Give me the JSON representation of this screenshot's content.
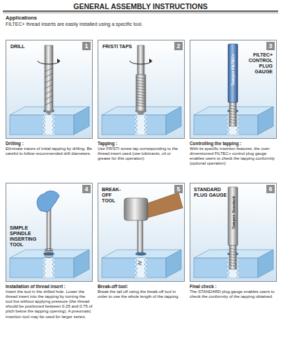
{
  "diagram": {
    "title": "GENERAL ASSEMBLY INSTRUCTIONS",
    "nodes": [
      {
        "text": [
          "DRILL",
          "1"
        ]
      },
      {
        "text": [
          "FR/STI TAPS",
          "2"
        ]
      },
      {
        "text": [
          "FILTEC+ CONTROL PLUG GAUGE",
          "3"
        ]
      },
      {
        "text": [
          "SIMPLE SPINDLE INSERTING TOOL",
          "4"
        ]
      },
      {
        "text": [
          "BREAK-OFF TOOL",
          "5"
        ]
      },
      {
        "text": [
          "STANDARD PLUG GAUGE",
          "6"
        ]
      }
    ],
    "labels": [
      "Applications",
      "FILTEC+ thread inserts are easily installed using a specific tool.",
      "Tampon FILTEC+",
      "Tampon Standard",
      "Drilling :",
      "Eliminate traces of initial tapping by drilling. Be careful to follow recommended drill diameters.",
      "Tapping :",
      "Use FR/STI screw tap corresponding to the thread insert used (use lubricants, oil or grease for this operation)",
      "Controlling the tapping :",
      "With its specific insertion features, the over-dimensioned FILTEC+ control plug gauge enables users to check the tapping conformity (optional operation)",
      "Installation of thread insert :",
      "Insert the tool in the drilled hole. Lower the thread insert into the tapping by turning the tool but without applying pressure (the thread should be positioned between 0.25 and 0.75 of pitch below the tapping opening). A pneumatic insertion tool may be used for larger series.",
      "Break-off tool:",
      "Break the tail off using the break-off tool in order to use the whole length of the tapping.",
      "Final check :",
      "The STANDARD plug gauge enables users to check the conformity of the tapping obtained."
    ]
  }
}
